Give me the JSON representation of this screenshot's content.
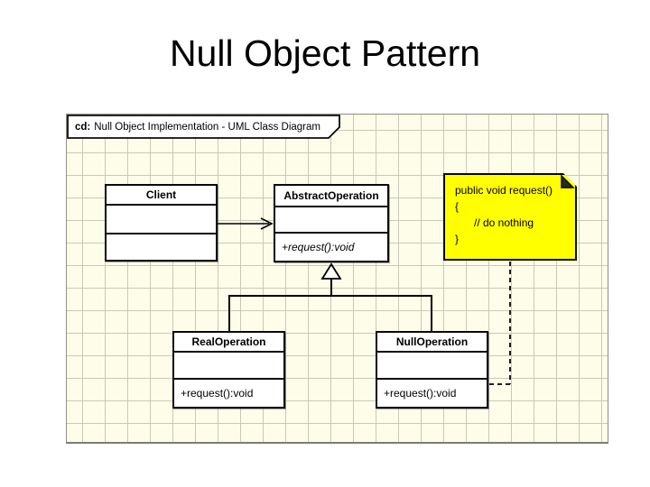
{
  "slide": {
    "title": "Null Object Pattern"
  },
  "diagram": {
    "frame_label": {
      "prefix": "cd:",
      "text": "Null Object Implementation - UML Class Diagram"
    },
    "classes": [
      {
        "name": "Client",
        "attributes": "",
        "operation": "",
        "abstract": false
      },
      {
        "name": "AbstractOperation",
        "attributes": "",
        "operation": "+request():void",
        "abstract": true
      },
      {
        "name": "RealOperation",
        "attributes": "",
        "operation": "+request():void",
        "abstract": false
      },
      {
        "name": "NullOperation",
        "attributes": "",
        "operation": "+request():void",
        "abstract": false
      }
    ],
    "note": {
      "lines": [
        "public void request()",
        "{",
        "// do nothing",
        "}"
      ]
    },
    "relationships": [
      {
        "type": "association",
        "from": "Client",
        "to": "AbstractOperation"
      },
      {
        "type": "generalization",
        "from": "RealOperation",
        "to": "AbstractOperation"
      },
      {
        "type": "generalization",
        "from": "NullOperation",
        "to": "AbstractOperation"
      },
      {
        "type": "note-anchor",
        "from": "note",
        "to": "NullOperation"
      }
    ],
    "colors": {
      "note_fill": "#ffff00",
      "canvas_bg": "#fdfde9",
      "grid_line": "#c9c9ba",
      "line": "#000000"
    }
  }
}
